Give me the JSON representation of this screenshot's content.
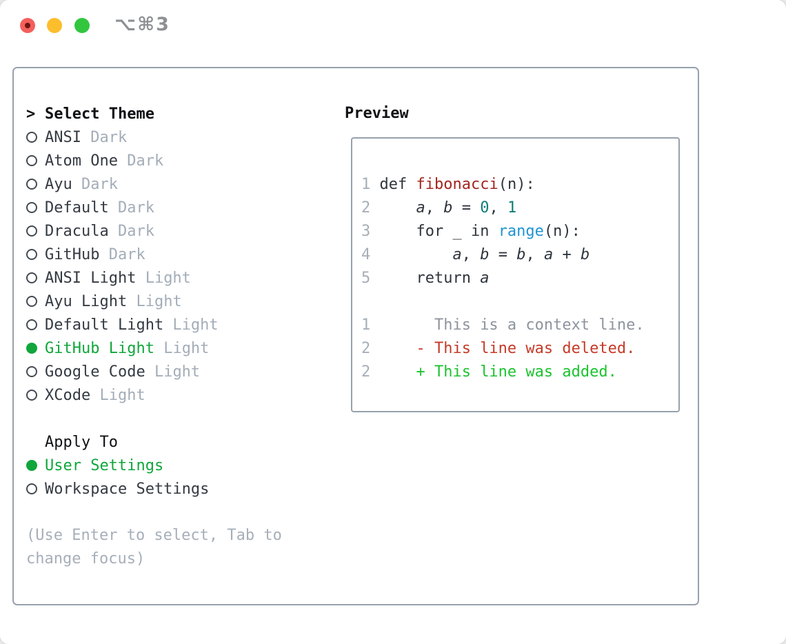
{
  "window": {
    "title": "⌥⌘3"
  },
  "titlebar_icons": [
    "close-traffic-light",
    "minimize-traffic-light",
    "zoom-traffic-light"
  ],
  "colors": {
    "accent_green": "#10a63b",
    "added_green": "#1bc32e",
    "deleted_red": "#c53a28",
    "function_red": "#a3261f",
    "number_teal": "#0e7c74",
    "builtin_blue": "#2095d2",
    "muted_gray": "#a3adb8",
    "text_dark": "#343a42",
    "border_gray": "#97a1ad",
    "traffic_red": "#f2605c",
    "traffic_yellow": "#fcbe2d",
    "traffic_green": "#32c63f"
  },
  "theme_list": {
    "header": {
      "marker": ">",
      "label": "Select Theme"
    },
    "items": [
      {
        "label": "ANSI",
        "variant": "Dark",
        "selected": false
      },
      {
        "label": "Atom One",
        "variant": "Dark",
        "selected": false
      },
      {
        "label": "Ayu",
        "variant": "Dark",
        "selected": false
      },
      {
        "label": "Default",
        "variant": "Dark",
        "selected": false
      },
      {
        "label": "Dracula",
        "variant": "Dark",
        "selected": false
      },
      {
        "label": "GitHub",
        "variant": "Dark",
        "selected": false
      },
      {
        "label": "ANSI Light",
        "variant": "Light",
        "selected": false
      },
      {
        "label": "Ayu Light",
        "variant": "Light",
        "selected": false
      },
      {
        "label": "Default Light",
        "variant": "Light",
        "selected": false
      },
      {
        "label": "GitHub Light",
        "variant": "Light",
        "selected": true
      },
      {
        "label": "Google Code",
        "variant": "Light",
        "selected": false
      },
      {
        "label": "XCode",
        "variant": "Light",
        "selected": false
      }
    ]
  },
  "apply_to": {
    "header": "Apply To",
    "options": [
      {
        "label": "User Settings",
        "selected": true
      },
      {
        "label": "Workspace Settings",
        "selected": false
      }
    ]
  },
  "hints": [
    "(Use Enter to select, Tab to",
    "change focus)"
  ],
  "preview": {
    "title": "Preview",
    "code_lines": [
      [
        {
          "text": "1",
          "style": "ln"
        },
        {
          "text": " def ",
          "style": "k"
        },
        {
          "text": "fibonacci",
          "style": "fn"
        },
        {
          "text": "(n):",
          "style": "k"
        }
      ],
      [
        {
          "text": "2",
          "style": "ln"
        },
        {
          "text": "     ",
          "style": "k"
        },
        {
          "text": "a",
          "style": "var"
        },
        {
          "text": ", ",
          "style": "k"
        },
        {
          "text": "b",
          "style": "var"
        },
        {
          "text": " = ",
          "style": "k"
        },
        {
          "text": "0",
          "style": "num"
        },
        {
          "text": ", ",
          "style": "k"
        },
        {
          "text": "1",
          "style": "num"
        }
      ],
      [
        {
          "text": "3",
          "style": "ln"
        },
        {
          "text": "     for _ in ",
          "style": "k"
        },
        {
          "text": "range",
          "style": "call"
        },
        {
          "text": "(n):",
          "style": "k"
        }
      ],
      [
        {
          "text": "4",
          "style": "ln"
        },
        {
          "text": "         ",
          "style": "k"
        },
        {
          "text": "a",
          "style": "var"
        },
        {
          "text": ", ",
          "style": "k"
        },
        {
          "text": "b",
          "style": "var"
        },
        {
          "text": " = ",
          "style": "k"
        },
        {
          "text": "b",
          "style": "var"
        },
        {
          "text": ", ",
          "style": "k"
        },
        {
          "text": "a",
          "style": "var"
        },
        {
          "text": " + ",
          "style": "k"
        },
        {
          "text": "b",
          "style": "var"
        }
      ],
      [
        {
          "text": "5",
          "style": "ln"
        },
        {
          "text": "     return ",
          "style": "k"
        },
        {
          "text": "a",
          "style": "var"
        }
      ],
      [],
      [
        {
          "text": "1",
          "style": "ln"
        },
        {
          "text": "       This is a context line.",
          "style": "ctx"
        }
      ],
      [
        {
          "text": "2",
          "style": "ln"
        },
        {
          "text": "     - This line was deleted.",
          "style": "del"
        }
      ],
      [
        {
          "text": "2",
          "style": "ln"
        },
        {
          "text": "     + This line was added.",
          "style": "add"
        }
      ]
    ]
  }
}
